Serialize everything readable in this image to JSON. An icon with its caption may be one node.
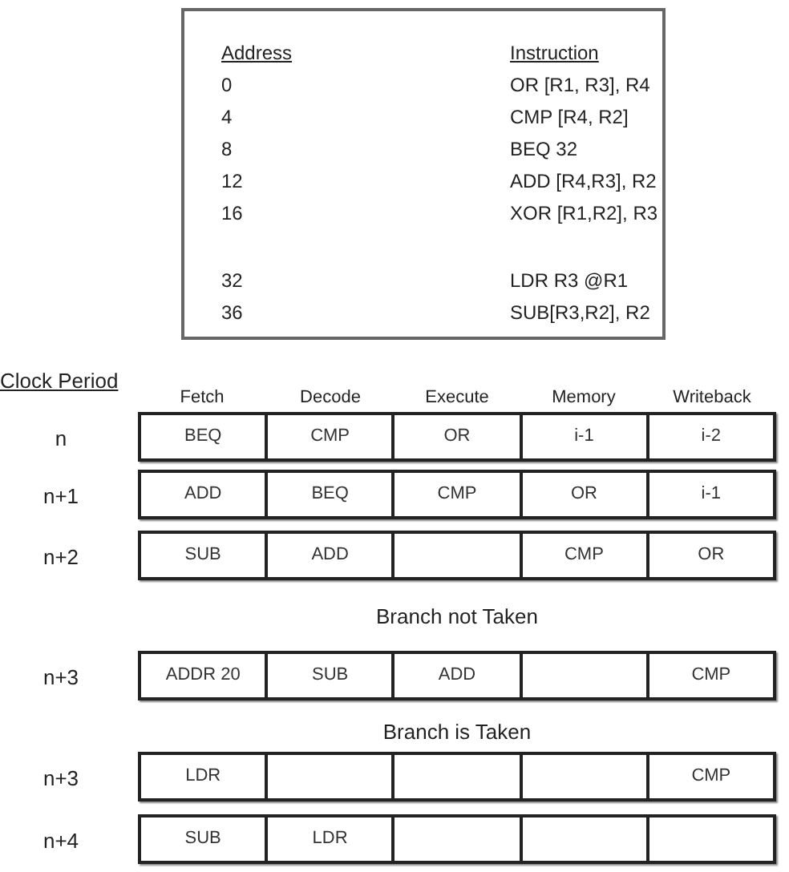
{
  "diagram": {
    "nodes": [
      {
        "text": [
          "Address",
          "Instruction",
          "0",
          "OR [R1, R3], R4",
          "4",
          "CMP [R4, R2]",
          "8",
          "BEQ 32",
          "12",
          "ADD [R4,R3], R2",
          "16",
          "XOR [R1,R2], R3",
          "32",
          "LDR R3 @R1",
          "36",
          "SUB[R3,R2], R2"
        ]
      },
      {
        "text": [],
        "shape": "bar",
        "beside": [
          "n"
        ]
      },
      {
        "text": [
          "BEQ"
        ],
        "in": 1
      },
      {
        "text": [
          "CMP"
        ],
        "in": 1
      },
      {
        "text": [
          "OR"
        ],
        "in": 1
      },
      {
        "text": [
          "i-1"
        ],
        "in": 1
      },
      {
        "text": [
          "i-2"
        ],
        "in": 1
      },
      {
        "text": [],
        "shape": "bar",
        "beside": [
          "n+1"
        ]
      },
      {
        "text": [
          "ADD"
        ],
        "in": 7
      },
      {
        "text": [
          "BEQ"
        ],
        "in": 7
      },
      {
        "text": [
          "CMP"
        ],
        "in": 7
      },
      {
        "text": [
          "OR"
        ],
        "in": 7
      },
      {
        "text": [
          "i-1"
        ],
        "in": 7
      },
      {
        "text": [],
        "shape": "bar",
        "beside": [
          "n+2"
        ]
      },
      {
        "text": [
          "SUB"
        ],
        "in": 13
      },
      {
        "text": [
          "ADD"
        ],
        "in": 13
      },
      {
        "text": [],
        "shape": "box",
        "in": 13
      },
      {
        "text": [
          "CMP"
        ],
        "in": 13
      },
      {
        "text": [
          "OR"
        ],
        "in": 13
      },
      {
        "text": [],
        "shape": "bar",
        "beside": [
          "n+3"
        ]
      },
      {
        "text": [
          "ADDR 20"
        ],
        "in": 19
      },
      {
        "text": [
          "SUB"
        ],
        "in": 19
      },
      {
        "text": [
          "ADD"
        ],
        "in": 19
      },
      {
        "text": [],
        "shape": "box",
        "in": 19
      },
      {
        "text": [
          "CMP"
        ],
        "in": 19
      },
      {
        "text": [],
        "shape": "bar",
        "beside": [
          "n+3"
        ]
      },
      {
        "text": [
          "LDR"
        ],
        "in": 25
      },
      {
        "text": [],
        "shape": "box",
        "in": 25
      },
      {
        "text": [],
        "shape": "box",
        "in": 25
      },
      {
        "text": [],
        "shape": "box",
        "in": 25
      },
      {
        "text": [
          "CMP"
        ],
        "in": 25
      },
      {
        "text": [],
        "shape": "bar",
        "beside": [
          "n+4"
        ]
      },
      {
        "text": [
          "SUB"
        ],
        "in": 31
      },
      {
        "text": [
          "LDR"
        ],
        "in": 31
      },
      {
        "text": [],
        "shape": "box",
        "in": 31
      },
      {
        "text": [],
        "shape": "box",
        "in": 31
      },
      {
        "text": [],
        "shape": "box",
        "in": 31
      }
    ],
    "labels": [
      "Clock Period",
      "Fetch",
      "Decode",
      "Execute",
      "Memory",
      "Writeback",
      "Branch not Taken",
      "Branch is Taken"
    ]
  }
}
